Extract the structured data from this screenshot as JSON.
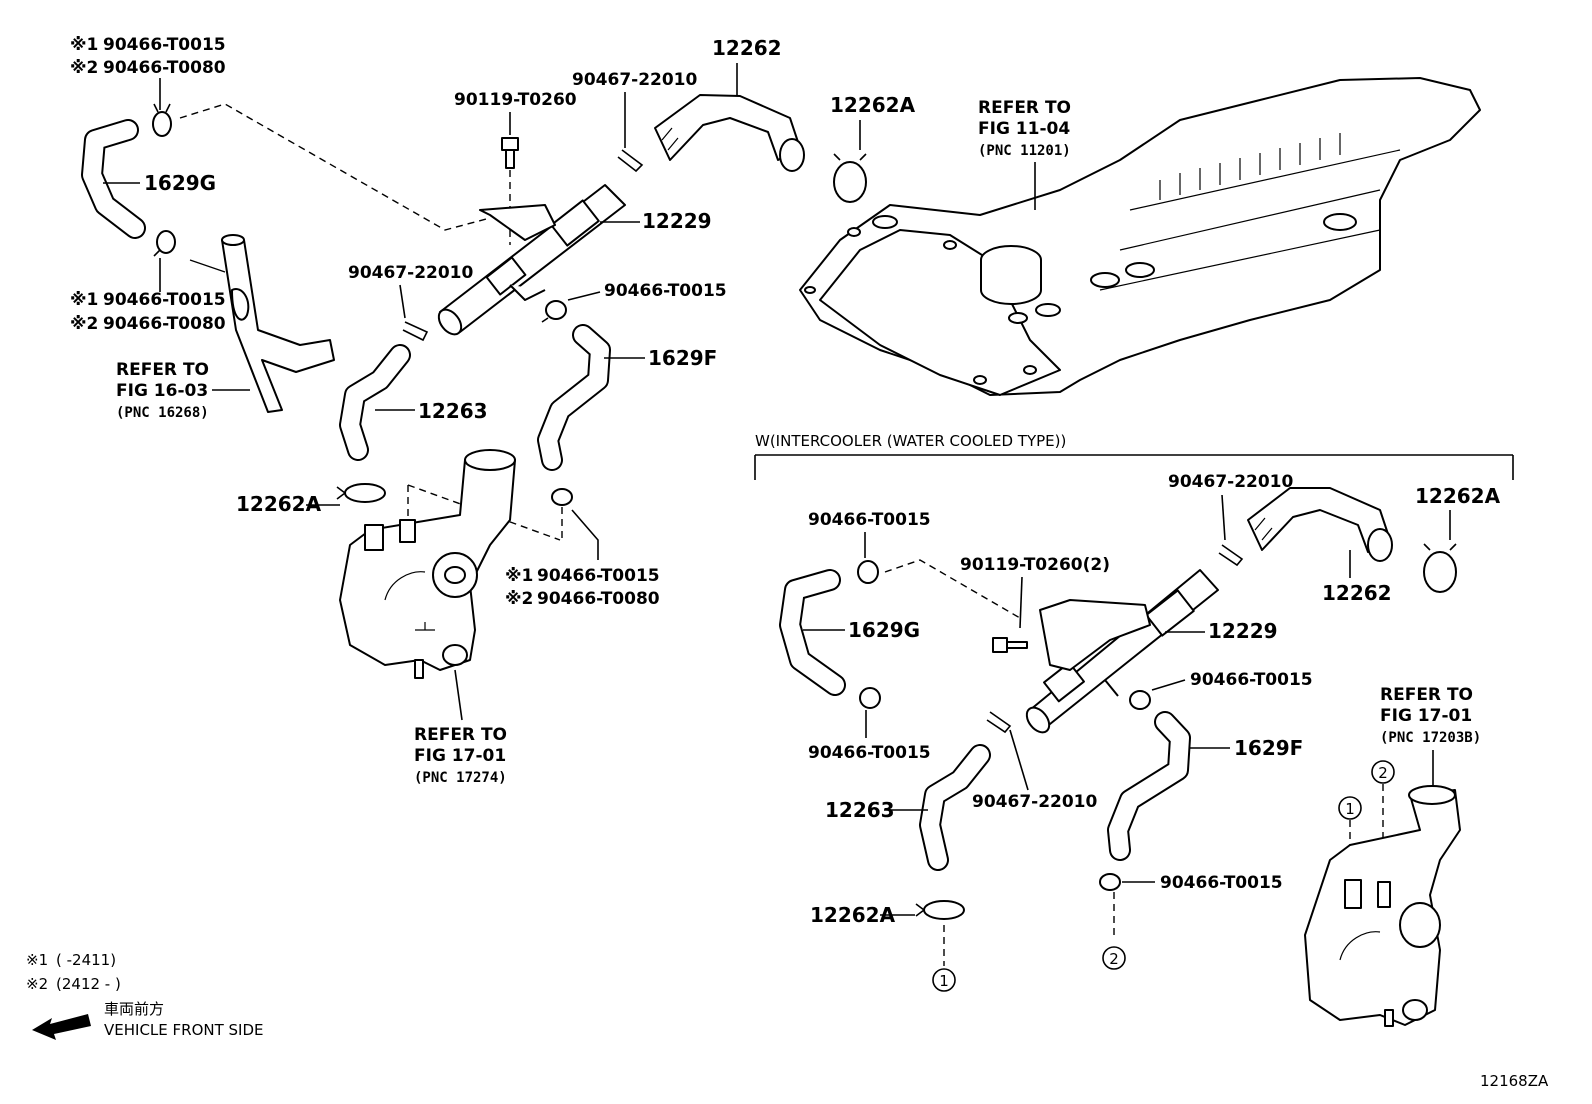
{
  "diagram_code": "12168ZA",
  "legend": {
    "note1_mark": "※1",
    "note1_range": "(      -2411)",
    "note2_mark": "※2",
    "note2_range": "(2412 -      )",
    "front_jp": "車両前方",
    "front_en": "VEHICLE FRONT SIDE"
  },
  "section_title": "W(INTERCOOLER (WATER COOLED TYPE))",
  "refs": {
    "fig_11_04": {
      "line1": "REFER TO",
      "line2": "FIG 11-04",
      "line3": "(PNC 11201)"
    },
    "fig_16_03": {
      "line1": "REFER TO",
      "line2": "FIG 16-03",
      "line3": "(PNC 16268)"
    },
    "fig_17_01_a": {
      "line1": "REFER TO",
      "line2": "FIG 17-01",
      "line3": "(PNC 17274)"
    },
    "fig_17_01_b": {
      "line1": "REFER TO",
      "line2": "FIG 17-01",
      "line3": "(PNC 17203B)"
    }
  },
  "left": {
    "clamp_top_1": "90466-T0015",
    "clamp_top_2": "90466-T0080",
    "hose_1629g": "1629G",
    "clamp_mid_1": "90466-T0015",
    "clamp_mid_2": "90466-T0080",
    "bolt": "90119-T0260",
    "clip_top": "90467-22010",
    "hose_12262": "12262",
    "seal_12262a_top": "12262A",
    "pipe_12229": "12229",
    "clip_mid": "90467-22010",
    "clamp_right": "90466-T0015",
    "hose_1629f": "1629F",
    "hose_12263": "12263",
    "seal_12262a_low": "12262A",
    "clamp_low_1": "90466-T0015",
    "clamp_low_2": "90466-T0080",
    "mark1": "※1",
    "mark2": "※2"
  },
  "right": {
    "clip_top": "90467-22010",
    "seal_12262a": "12262A",
    "clamp_top": "90466-T0015",
    "bolt": "90119-T0260(2)",
    "hose_12262": "12262",
    "pipe_12229": "12229",
    "hose_1629g": "1629G",
    "clamp_right": "90466-T0015",
    "clamp_left_low": "90466-T0015",
    "hose_1629f": "1629F",
    "clip_low": "90467-22010",
    "hose_12263": "12263",
    "clamp_bottom": "90466-T0015",
    "seal_12262a_low": "12262A",
    "circle1": "1",
    "circle2": "2"
  }
}
